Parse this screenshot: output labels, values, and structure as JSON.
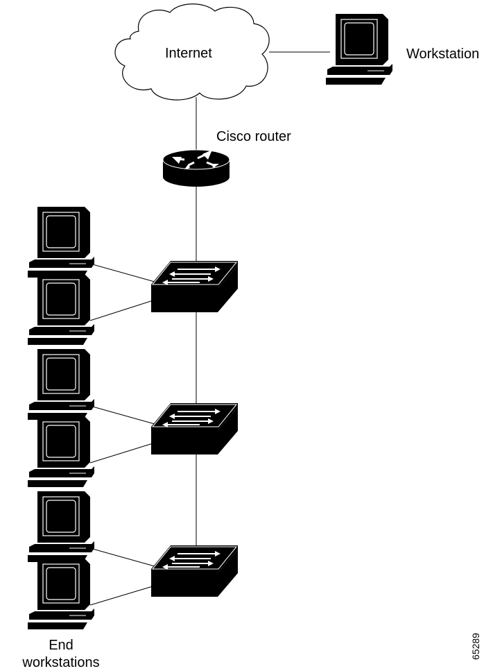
{
  "labels": {
    "internet": "Internet",
    "workstation": "Workstation",
    "router": "Cisco router",
    "end_line1": "End",
    "end_line2": "workstations",
    "figure_id": "65289"
  },
  "icons": {
    "cloud": "internet-cloud-icon",
    "router": "router-icon",
    "switch": "switch-icon",
    "computer": "workstation-computer-icon"
  },
  "colors": {
    "device_fill": "#000000",
    "line": "#000000",
    "background": "#ffffff"
  }
}
